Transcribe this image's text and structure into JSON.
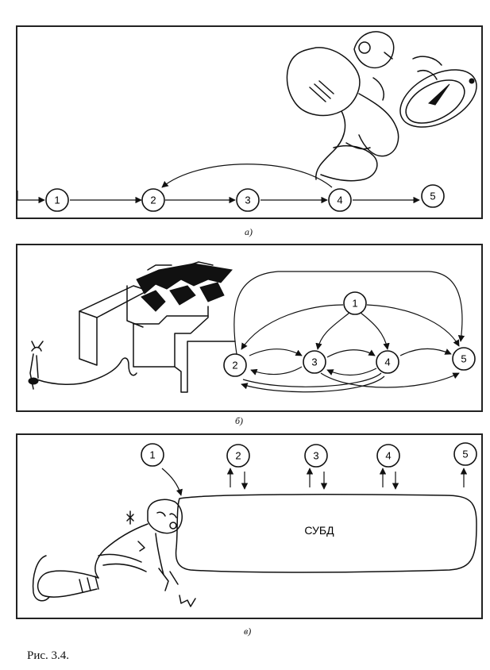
{
  "panels": {
    "a": {
      "caption": "а)",
      "nodes": [
        "1",
        "2",
        "3",
        "4",
        "5"
      ]
    },
    "b": {
      "caption": "б)",
      "nodes": [
        "1",
        "2",
        "3",
        "4",
        "5"
      ]
    },
    "c": {
      "caption": "в)",
      "nodes": [
        "1",
        "2",
        "3",
        "4",
        "5"
      ],
      "dbms_label": "СУБД"
    }
  },
  "figure_caption": "Рис. 3.4."
}
